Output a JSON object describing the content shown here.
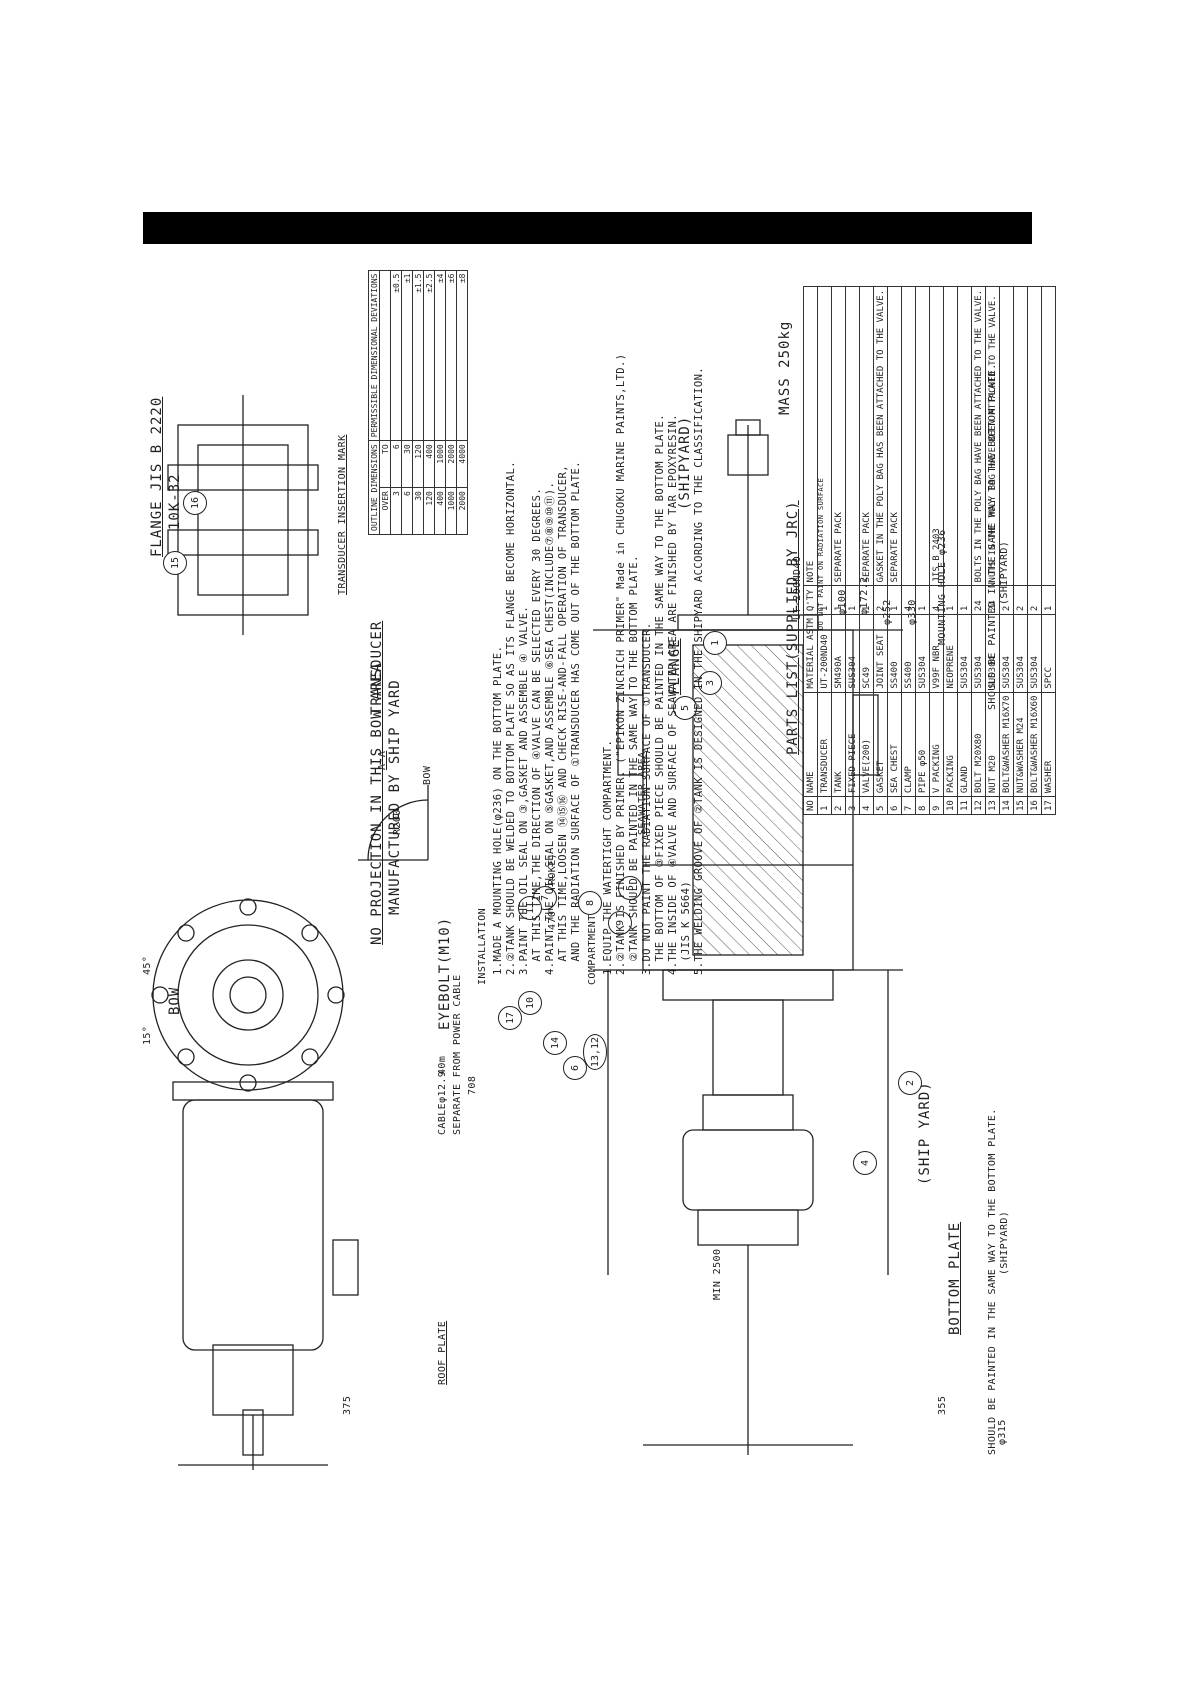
{
  "drawing": {
    "flange_title": "FLANGE JIS B 2220",
    "flange_spec": "10K-32",
    "insertion_mark": "TRANSDUCER INSERTION MARK",
    "transducer_note": "TRANSDUCER",
    "no_projection": "NO PROJECTION IN THIS BOW AREA",
    "manufactured": "MANUFACTURED BY SHIP YARD",
    "bow_small": "BOW",
    "bow_top": "BOW",
    "section_aa": "A-A",
    "radius": "R200",
    "eyebolt": "EYEBOLT(M10)",
    "cable": "CABLEφ12.9",
    "cable_length": "40m",
    "cable_sep": "SEPARATE FROM POWER CABLE",
    "roof_plate": "ROOF PLATE",
    "seawater_area": "SEAWATER AREA",
    "flange_label": "FLANGE",
    "shipyard_right": "(SHIPYARD)",
    "shipyard_left": "(SHIP YARD)",
    "bottom_plate": "BOTTOM PLATE",
    "mounting_hole": "MOUNTING HOLE φ236",
    "paint_note_right": "SHOULD BE PAINTED IN THE SAME WAY TO THE BOTTOM PLATE.",
    "paint_note_right_sub": "(SHIPYARD)",
    "paint_note_left": "SHOULD BE PAINTED IN THE SAME WAY TO THE BOTTOM PLATE.",
    "paint_note_left_sub": "(SHIPYARD)",
    "stroke": "470 (STROKE)",
    "min": "MIN 2500",
    "dim_708": "708",
    "dim_355": "355",
    "dim_315": "φ315",
    "dim_375": "375",
    "dim_330": "φ330",
    "dim_252": "φ252",
    "dim_172": "φ172.2",
    "dim_100": "φ100",
    "ut_label": "UT-200ND40",
    "do_not_paint": "DO NOT PAINT ON RADIATION SURFACE",
    "angle_15": "15°",
    "angle_45": "45°",
    "bubbles": [
      "1",
      "2",
      "3",
      "4",
      "5",
      "5",
      "6",
      "7",
      "8",
      "9",
      "10",
      "11",
      "13,12",
      "14",
      "15",
      "16",
      "17"
    ]
  },
  "installation": {
    "title": "INSTALLATION",
    "lines": [
      "1.MADE A MOUNTING HOLE(φ236) ON THE BOTTOM PLATE.",
      "2.②TANK SHOULD BE WELDED TO BOTTOM PLATE SO AS ITS FLANGE BECOME HORIZONTAL.",
      "3.PAINT THE OIL SEAL ON ③,GASKET AND ASSEMBLE ④ VALVE.",
      "  AT THIS TIME,THE DIRECTION OF ④VALVE CAN BE SELECTED EVERY 30 DEGREES.",
      "4.PAINT THE OIL SEAL ON ⑤GASKET,AND ASSEMBLE ⑥SEA CHEST(INCLUDE⑦⑧⑨⑩⑪).",
      "  AT THIS TIME,LOOSEN ⑭⑮⑯ AND CHECK RISE-AND-FALL OPERATION OF TRANSDUCER,",
      "  AND THE RADIATION SURFACE OF ①TRANSDUCER HAS COME OUT OF THE BOTTOM PLATE."
    ]
  },
  "compartment": {
    "title": "COMPARTMENT",
    "lines": [
      "1.EQUIP THE WATERTIGHT COMPARTMENT.",
      "2.②TANK IS FINISHED BY PRIMER. (\"EPIKON ZINCRICH PRIMER\" Made in CHUGOKU MARINE PAINTS,LTD.)",
      "  ②TANK SHOULD BE PAINTED IN THE SAME WAY TO THE BOTTOM PLATE.",
      "3.DO NOT PAINT THE RADIATION SURFACE OF ①TRANSDUCER.",
      "  THE BOTTOM OF ③FIXED PIECE SHOULD BE PAINTED IN THE SAME WAY TO THE BOTTOM PLATE.",
      "4.THE INSIDE OF ④VALVE AND SURFACE OF SEAWATER AREA ARE FINISHED BY TAR EPOXYRESIN.",
      "  (JIS K 5664)",
      "5.THE WELDING GROOVE OF ②TANK IS DESIGNED IN THE SHIPYARD ACCORDING TO THE CLASSIFICATION."
    ]
  },
  "mass": {
    "label": "MASS",
    "value": "250kg"
  },
  "tolerance_table": {
    "headers": [
      "OUTLINE DIMENSIONS",
      "PERMISSIBLE DIMENSIONAL DEVIATIONS"
    ],
    "sub_headers": [
      "OVER",
      "TO"
    ],
    "rows": [
      [
        "3",
        "6",
        "±0.5"
      ],
      [
        "6",
        "30",
        "±1"
      ],
      [
        "30",
        "120",
        "±1.5"
      ],
      [
        "120",
        "400",
        "±2.5"
      ],
      [
        "400",
        "1000",
        "±4"
      ],
      [
        "1000",
        "2000",
        "±6"
      ],
      [
        "2000",
        "4000",
        "±8"
      ]
    ]
  },
  "parts_list": {
    "title": "PARTS LIST(SUPPLIED BY JRC)",
    "headers": [
      "NO",
      "NAME",
      "MATERIAL ASTM",
      "Q'TY",
      "NOTE"
    ],
    "rows": [
      [
        "1",
        "TRANSDUCER",
        "UT-200ND40",
        "1",
        ""
      ],
      [
        "2",
        "TANK",
        "SM490A",
        "1",
        "SEPARATE PACK"
      ],
      [
        "3",
        "FIXED PIECE",
        "SUS304",
        "1",
        ""
      ],
      [
        "4",
        "VALVE(200)",
        "SC49",
        "1",
        "SEPARATE PACK"
      ],
      [
        "5",
        "GASKET",
        "JOINT SEAT",
        "2",
        "GASKET IN THE POLY BAG HAS BEEN ATTACHED TO THE VALVE."
      ],
      [
        "6",
        "SEA CHEST",
        "SS400",
        "1",
        "SEPARATE PACK"
      ],
      [
        "7",
        "CLAMP",
        "SS400",
        "4",
        ""
      ],
      [
        "8",
        "PIPE φ50",
        "SUS304",
        "1",
        ""
      ],
      [
        "9",
        "V PACKING",
        "V99F NBR",
        "4",
        "JIS B 2403"
      ],
      [
        "10",
        "PACKING",
        "NEOPRENE",
        "1",
        ""
      ],
      [
        "11",
        "GLAND",
        "SUS304",
        "1",
        ""
      ],
      [
        "12",
        "BOLT M20X80",
        "SUS304",
        "24",
        "BOLTS IN THE POLY BAG HAVE BEEN ATTACHED TO THE VALVE."
      ],
      [
        "13",
        "NUT M20",
        "SUS304",
        "24",
        "NUTS IN THE POLY BAG HAVE BEEN ATTACHED TO THE VALVE."
      ],
      [
        "14",
        "BOLT&WASHER M16X70",
        "SUS304",
        "2",
        ""
      ],
      [
        "15",
        "NUT&WASHER M24",
        "SUS304",
        "2",
        ""
      ],
      [
        "16",
        "BOLT&WASHER M16X60",
        "SUS304",
        "2",
        ""
      ],
      [
        "17",
        "WASHER",
        "SPCC",
        "1",
        ""
      ]
    ]
  }
}
